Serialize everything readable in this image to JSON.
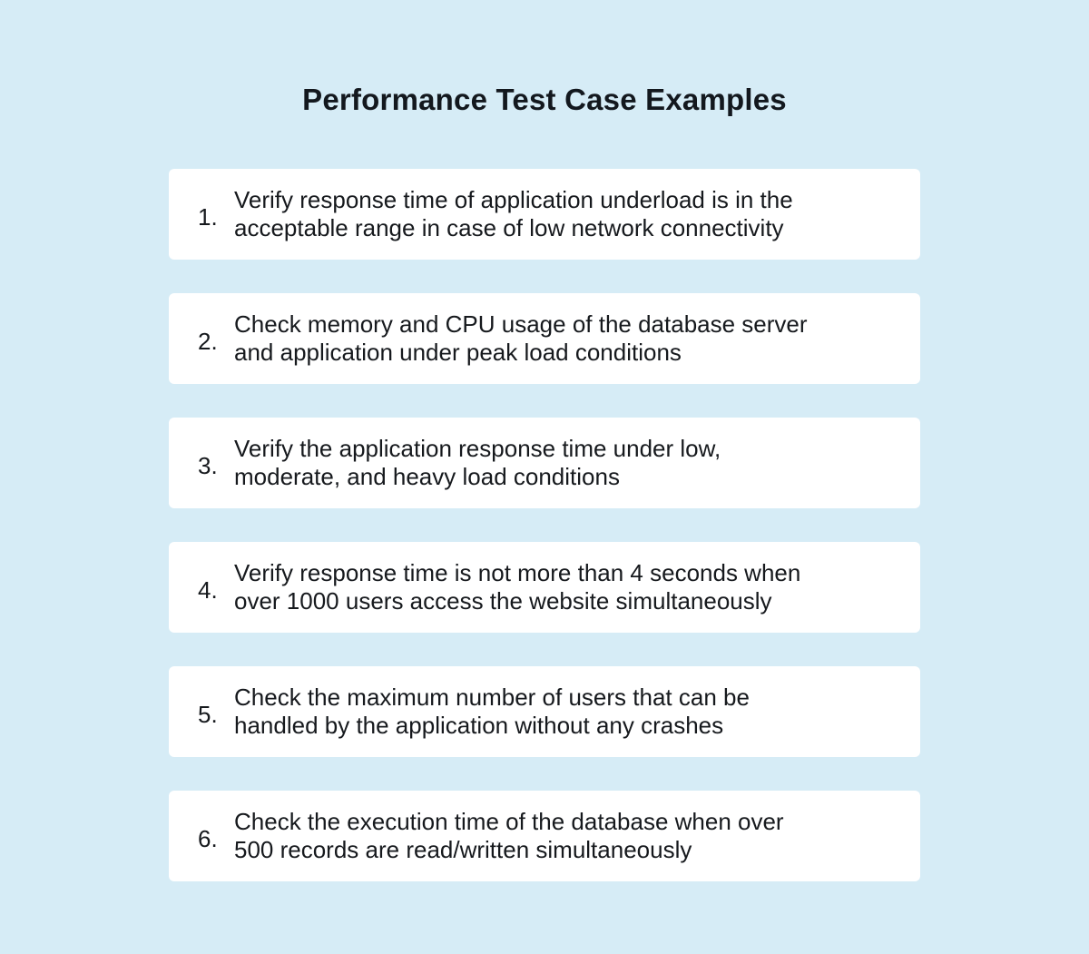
{
  "page": {
    "title": "Performance Test Case Examples"
  },
  "colors": {
    "background": "#d6ecf6",
    "card_background": "#ffffff",
    "text": "#16191d"
  },
  "items": [
    {
      "number": "1.",
      "lines": {
        "0": "Verify response time of application underload is in the",
        "1": "acceptable range in case of low network connectivity"
      }
    },
    {
      "number": "2.",
      "lines": {
        "0": "Check memory and CPU usage of the database server",
        "1": "and application under peak load conditions"
      }
    },
    {
      "number": "3.",
      "lines": {
        "0": "Verify the application response time under low,",
        "1": "moderate, and heavy load conditions"
      }
    },
    {
      "number": "4.",
      "lines": {
        "0": "Verify response time is not more than 4 seconds when",
        "1": "over 1000 users access the website simultaneously"
      }
    },
    {
      "number": "5.",
      "lines": {
        "0": "Check the maximum number of users that can be",
        "1": "handled by the application without any crashes"
      }
    },
    {
      "number": "6.",
      "lines": {
        "0": "Check the execution time of the database when over",
        "1": "500 records are read/written simultaneously"
      }
    }
  ]
}
